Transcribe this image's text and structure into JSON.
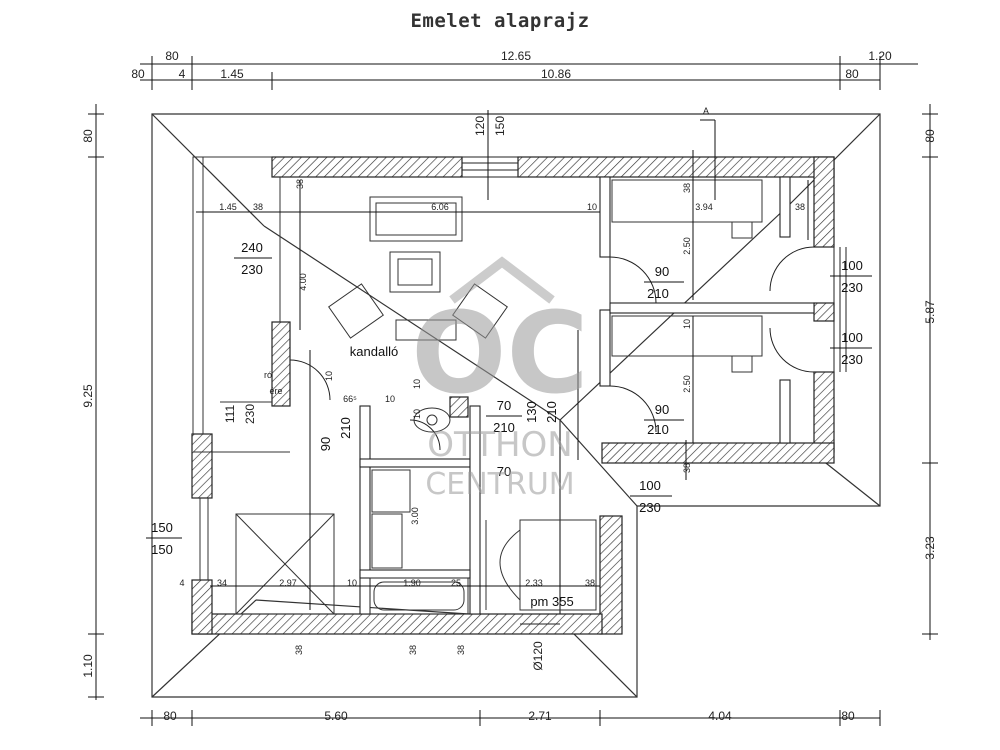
{
  "title": "Emelet alaprajz",
  "top_dims": {
    "r1": [
      "80",
      "12.65",
      "1.20"
    ],
    "r2": [
      "80",
      "4",
      "1.45",
      "10.86",
      "80"
    ]
  },
  "bottom_dims": [
    "80",
    "5.60",
    "2.71",
    "4.04",
    "80"
  ],
  "left_dims": [
    "80",
    "9.25",
    "1.10"
  ],
  "right_dims": [
    "80",
    "5.87",
    "3.23"
  ],
  "inner_labels": {
    "l_1_45": "1.45",
    "l_38a": "38",
    "l_6_06": "6.06",
    "l_10a": "10",
    "l_3_94": "3.94",
    "l_38b": "38",
    "l_120": "120",
    "l_150": "150",
    "l_38c": "38",
    "l_A": "A",
    "l_240": "240",
    "l_230a": "230",
    "l_4_00": "4.00",
    "l_90a": "90",
    "l_210a": "210",
    "l_2_50a": "2.50",
    "l_100a": "100",
    "l_230b": "230",
    "l_100b": "100",
    "l_230c": "230",
    "l_10b": "10",
    "l_2_50b": "2.50",
    "l_90b": "90",
    "l_210b": "210",
    "l_kandallo": "kandalló",
    "l_ro": "ró",
    "l_ere": "ére",
    "l_111": "111",
    "l_230d": "230",
    "l_66": "66⁵",
    "l_10c": "10",
    "l_10d": "10",
    "l_70a": "70",
    "l_130": "130",
    "l_210c": "210",
    "l_210d": "210",
    "l_90c": "90",
    "l_210e": "210",
    "l_70b": "70",
    "l_38d": "38",
    "l_100c": "100",
    "l_230e": "230",
    "l_3_00": "3.00",
    "l_150a": "150",
    "l_150b": "150",
    "l_4": "4",
    "l_34": "34",
    "l_2_97": "2.97",
    "l_10e": "10",
    "l_1_90": "1.90",
    "l_25": "25",
    "l_2_33": "2.33",
    "l_38e": "38",
    "l_pm": "pm 355",
    "l_38f": "38",
    "l_38g": "38",
    "l_38h": "38",
    "l_d120": "Ø120",
    "l_10f": "10",
    "l_10g": "10",
    "l_38i": "38"
  },
  "watermark": {
    "logo": "OC",
    "line1": "OTTHON",
    "line2": "CENTRUM"
  }
}
